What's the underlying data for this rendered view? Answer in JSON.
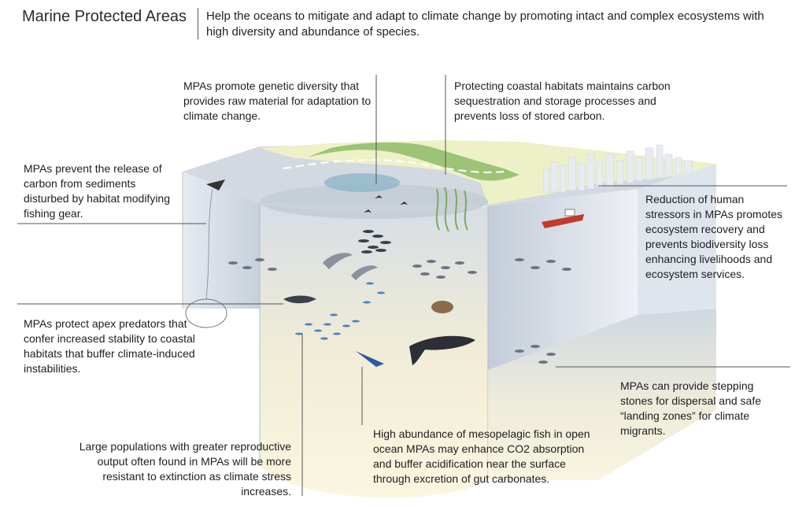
{
  "header": {
    "title": "Marine Protected Areas",
    "subtitle": "Help the oceans to mitigate and adapt to climate change by promoting intact and complex ecosystems with high diversity and abundance of species."
  },
  "callouts": {
    "genetic_diversity": "MPAs promote genetic diversity that provides raw material for adaptation to climate change.",
    "coastal_habitats": "Protecting coastal habitats maintains carbon sequestration and storage processes and prevents loss of stored carbon.",
    "carbon_sediments": "MPAs prevent the release of carbon from sediments disturbed by habitat modifying fishing gear.",
    "human_stressors": "Reduction of human stressors in MPAs promotes ecosystem recovery and prevents biodiversity loss enhancing livelihoods and ecosystem services.",
    "apex_predators": "MPAs protect apex predators that confer increased stability to coastal habitats that buffer climate-induced instabilities.",
    "stepping_stones": "MPAs can provide stepping stones for dispersal and safe “landing zones” for climate migrants.",
    "mesopelagic": "High abundance of mesopelagic fish in open ocean MPAs may enhance CO2 absorption and buffer acidification near the surface through excretion of gut carbonates.",
    "large_populations": "Large populations with greater reproductive output often found in MPAs will be more resistant to extinction as climate stress increases."
  }
}
